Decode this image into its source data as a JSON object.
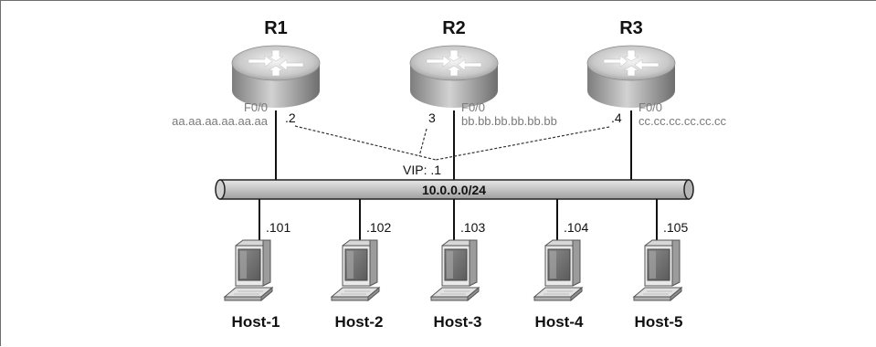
{
  "network": {
    "label": "10.0.0.0/24"
  },
  "vip": {
    "label": "VIP: .1"
  },
  "routers": [
    {
      "name": "R1",
      "iface": "F0/0",
      "mac": "aa.aa.aa.aa.aa.aa",
      "addr": ".2"
    },
    {
      "name": "R2",
      "iface": "F0/0",
      "mac": "bb.bb.bb.bb.bb.bb",
      "addr": "3"
    },
    {
      "name": "R3",
      "iface": "F0/0",
      "mac": "cc.cc.cc.cc.cc.cc",
      "addr": ".4"
    }
  ],
  "hosts": [
    {
      "name": "Host-1",
      "addr": ".101"
    },
    {
      "name": "Host-2",
      "addr": ".102"
    },
    {
      "name": "Host-3",
      "addr": ".103"
    },
    {
      "name": "Host-4",
      "addr": ".104"
    },
    {
      "name": "Host-5",
      "addr": ".105"
    }
  ]
}
